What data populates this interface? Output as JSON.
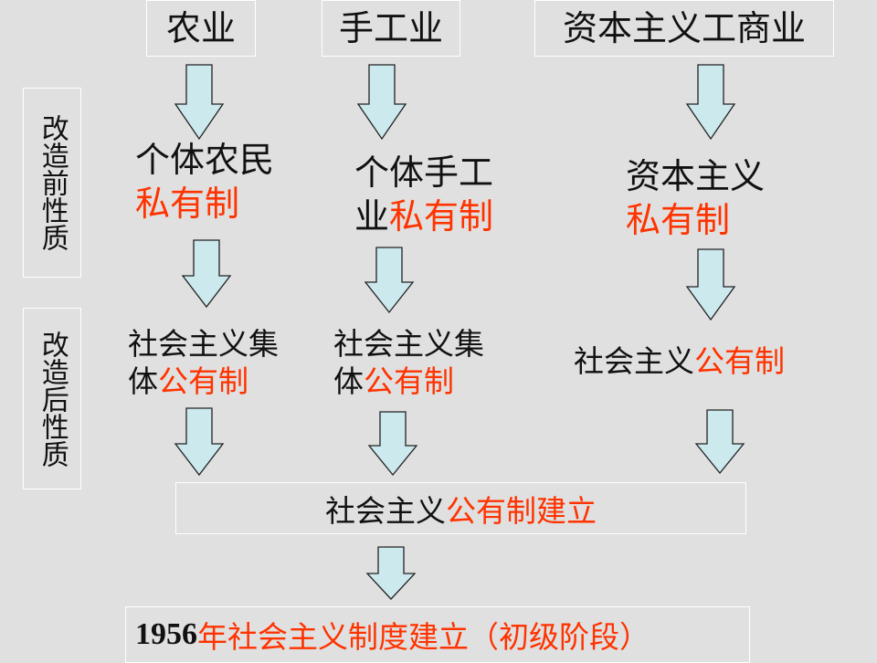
{
  "headers": {
    "agriculture": "农业",
    "handicraft": "手工业",
    "capitalist": "资本主义工商业"
  },
  "side_labels": {
    "before": "改造前性质",
    "after": "改造后性质"
  },
  "before": {
    "col1": {
      "line1": "个体农民",
      "red": "私有制"
    },
    "col2": {
      "line1": "个体手工",
      "line2_black": "业",
      "red": "私有制"
    },
    "col3": {
      "line1": "资本主义",
      "red": "私有制"
    }
  },
  "after": {
    "col1": {
      "line1": "社会主义集",
      "line2_black": "体",
      "red": "公有制"
    },
    "col2": {
      "line1": "社会主义集",
      "line2_black": "体",
      "red": "公有制"
    },
    "col3": {
      "black": "社会主义",
      "red": "公有制"
    }
  },
  "result": {
    "black": "社会主义",
    "red": "公有制建立"
  },
  "final": {
    "year": "1956",
    "red": "年社会主义制度建立（初级阶段）"
  },
  "colors": {
    "background": "#e0e0e0",
    "accent_red": "#ff3300",
    "arrow_fill": "#cce9ee",
    "box_border": "#ffffff"
  }
}
